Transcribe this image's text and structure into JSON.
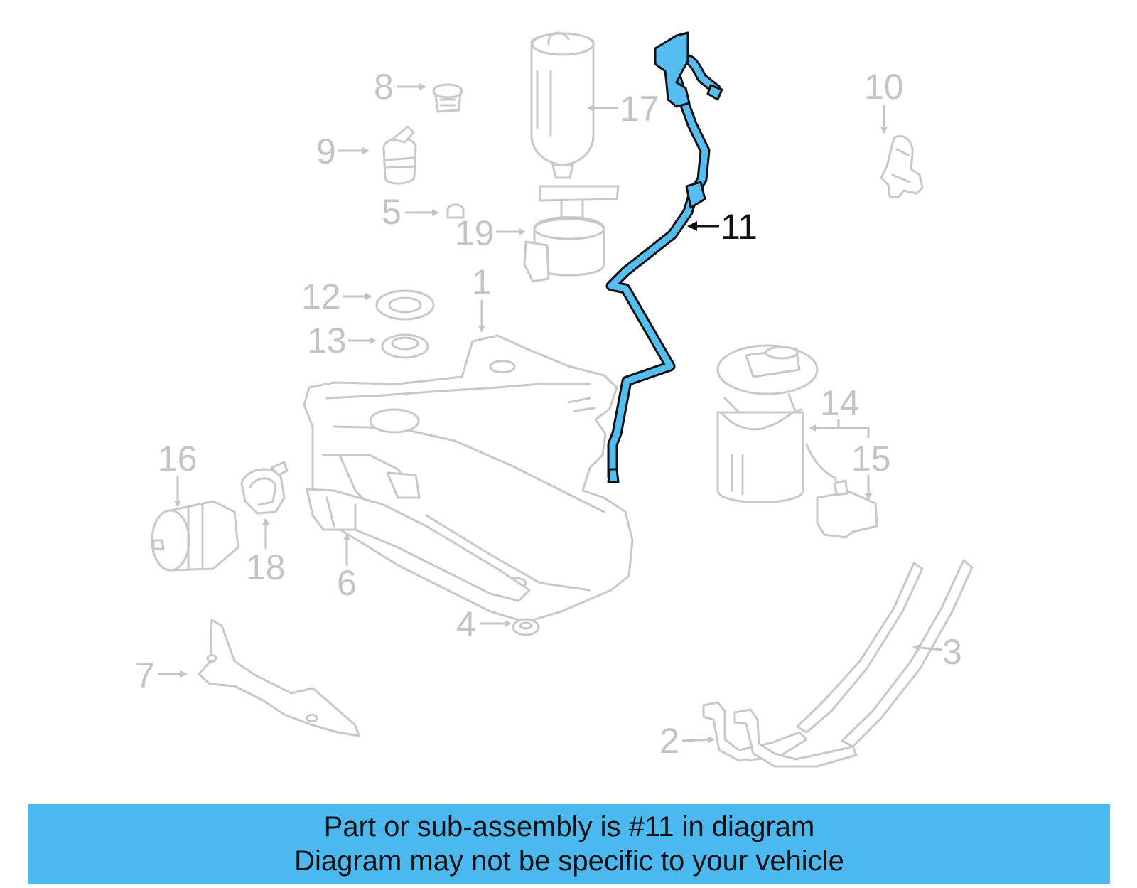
{
  "callouts": {
    "c1": "1",
    "c2": "2",
    "c3": "3",
    "c4": "4",
    "c5": "5",
    "c6": "6",
    "c7": "7",
    "c8": "8",
    "c9": "9",
    "c10": "10",
    "c11": "11",
    "c12": "12",
    "c13": "13",
    "c14": "14",
    "c15": "15",
    "c16": "16",
    "c17": "17",
    "c18": "18",
    "c19": "19"
  },
  "highlighted_part": "11",
  "colors": {
    "highlight": "#55bdf0",
    "ghost": "#c8c8c8",
    "banner": "#4bb9ef"
  },
  "banner": {
    "line1": "Part or sub-assembly is #11 in diagram",
    "line2": "Diagram may not be specific to your vehicle"
  }
}
